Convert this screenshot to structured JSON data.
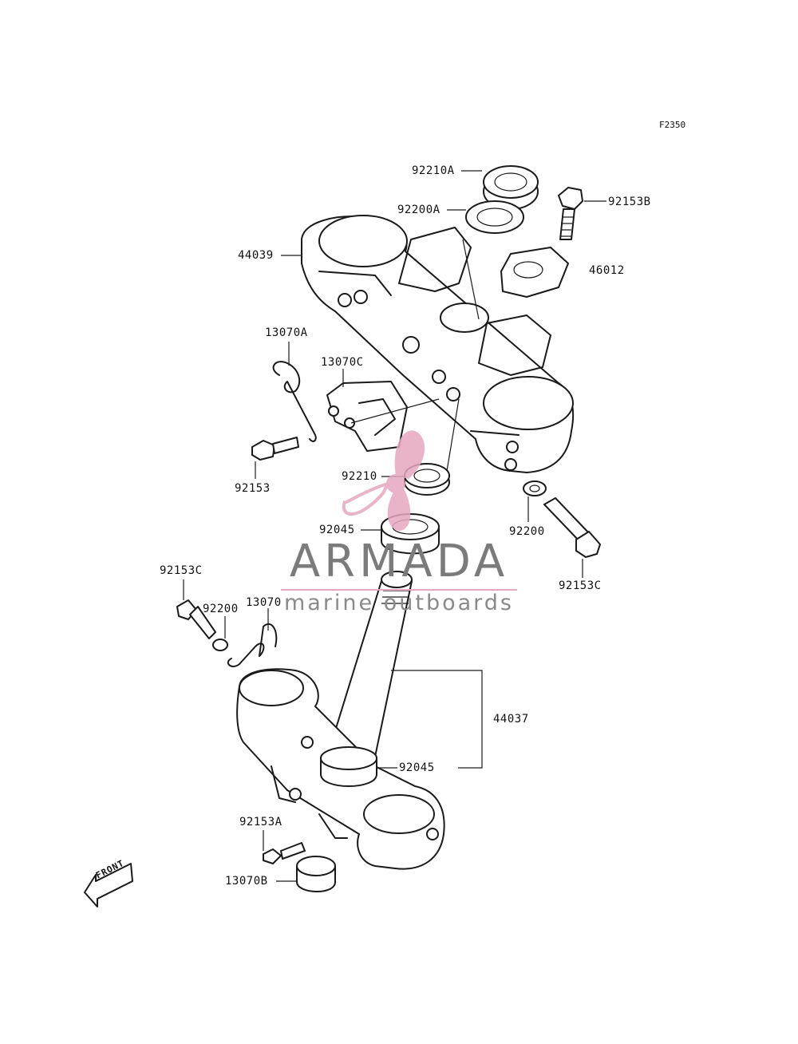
{
  "diagram": {
    "code": "F2350",
    "labels": {
      "p92210A": "92210A",
      "p92200A": "92200A",
      "p92153B": "92153B",
      "p44039": "44039",
      "p46012": "46012",
      "p13070A": "13070A",
      "p13070C": "13070C",
      "p92153": "92153",
      "p92210": "92210",
      "p92045_top": "92045",
      "p92200_right": "92200",
      "p92153C_right": "92153C",
      "p92153C_left": "92153C",
      "p92200_left": "92200",
      "p13070": "13070",
      "p44037": "44037",
      "p92045_bottom": "92045",
      "p92153A": "92153A",
      "p13070B": "13070B"
    },
    "front_arrow": "FRONT"
  },
  "watermark": {
    "title": "ARMADA",
    "subtitle": "marine outboards",
    "accent_color": "#e6a6c0",
    "text_color": "#7b7b7b"
  }
}
